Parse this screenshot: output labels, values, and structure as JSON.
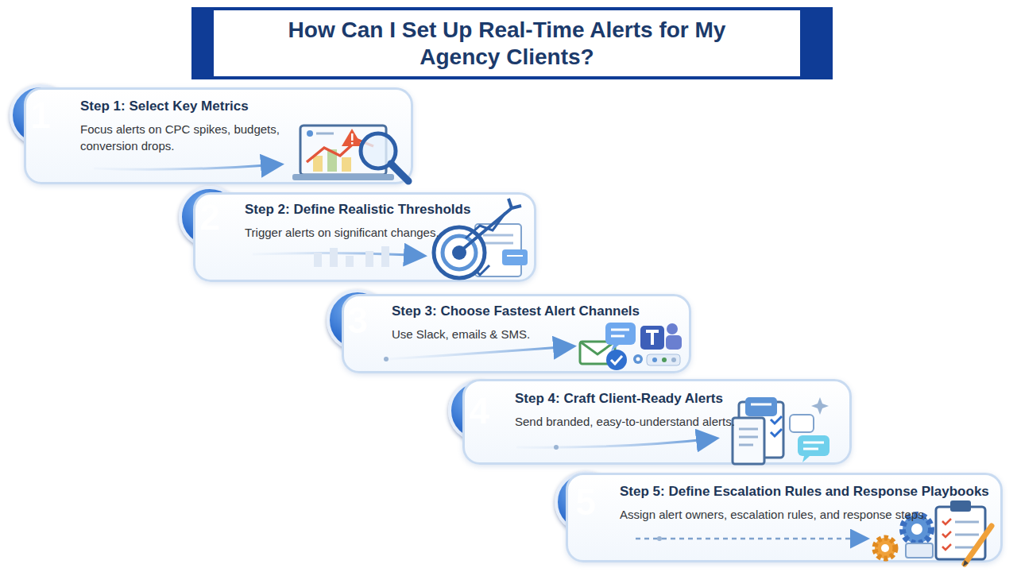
{
  "diagram": {
    "title": "How Can I Set Up Real-Time Alerts for My Agency Clients?",
    "nodes": [
      {
        "text": [
          "1"
        ]
      },
      {
        "text": [
          "Step 1: Select Key Metrics",
          "Focus alerts on CPC spikes, budgets, conversion drops."
        ]
      },
      {
        "text": [
          "2"
        ]
      },
      {
        "text": [
          "Step 2: Define Realistic Thresholds",
          "Trigger alerts on significant changes."
        ]
      },
      {
        "text": [
          "3"
        ]
      },
      {
        "text": [
          "Step 3: Choose Fastest Alert Channels",
          "Use Slack, emails & SMS."
        ]
      },
      {
        "text": [
          "4"
        ]
      },
      {
        "text": [
          "Step 4: Craft Client-Ready Alerts",
          "Send branded, easy-to-understand alerts."
        ]
      },
      {
        "text": [
          "5"
        ]
      },
      {
        "text": [
          "Step 5: Define Escalation Rules and Response Playbooks",
          "Assign alert owners, escalation rules, and response steps."
        ]
      }
    ]
  }
}
